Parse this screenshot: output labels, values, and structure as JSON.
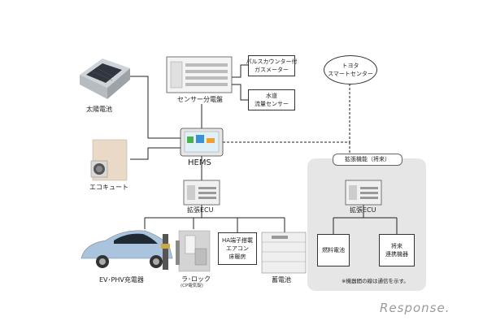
{
  "labels": {
    "solar": "太陽電池",
    "sensor_panel": "センサー分電盤",
    "hems": "HEMS",
    "ecocute": "エコキュート",
    "ecu_main": "拡張ECU",
    "ecu_future": "拡張ECU",
    "ev": "EV･PHV充電器",
    "rock_main": "ラ･ロック",
    "rock_sub": "(CP電気錠)",
    "battery": "蓄電池",
    "note": "※機器間の線は通信を示す。",
    "watermark": "Response."
  },
  "boxes": {
    "gas_meter": [
      "パルスカウンター付",
      "ガスメーター"
    ],
    "water_sensor": [
      "水道",
      "流量センサー"
    ],
    "ha_terminal": [
      "HA端子搭載",
      "エアコン",
      "床暖房"
    ],
    "fuel_cell": [
      "燃料電池"
    ],
    "future_device": [
      "将来",
      "連携機器"
    ]
  },
  "cloud": [
    "トヨタ",
    "スマートセンター"
  ],
  "future_title": "拡張機能（将来）"
}
